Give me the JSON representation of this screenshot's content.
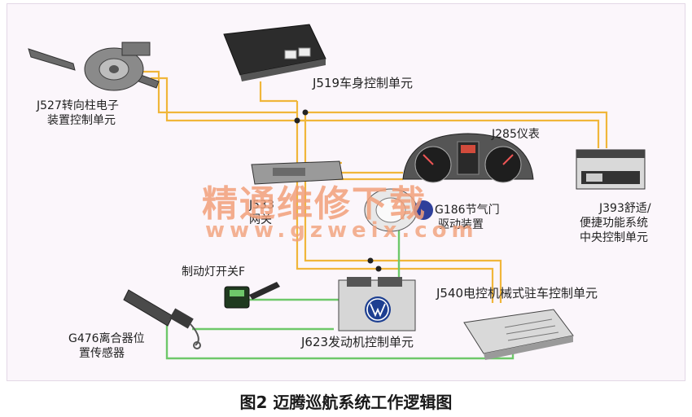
{
  "caption": "图2 迈腾巡航系统工作逻辑图",
  "watermark": {
    "text": "精通维修下载",
    "url": "www.gzweix.com"
  },
  "components": {
    "j527": {
      "line1": "J527转向柱电子",
      "line2": "装置控制单元"
    },
    "j519": {
      "label": "J519车身控制单元"
    },
    "j285": {
      "label": "J285仪表"
    },
    "j533": {
      "line1": "J533",
      "line2": "网关"
    },
    "g186": {
      "line1": "G186节气门",
      "line2": "驱动装置"
    },
    "j393": {
      "line1": "J393舒适/",
      "line2": "便捷功能系统",
      "line3": "中央控制单元"
    },
    "brake_switch": {
      "label": "制动灯开关F"
    },
    "g476": {
      "line1": "G476离合器位",
      "line2": "置传感器"
    },
    "j623": {
      "label": "J623发动机控制单元"
    },
    "j540": {
      "label": "J540电控机械式驻车控制单元"
    }
  },
  "colors": {
    "can_bus": "#f0b63a",
    "signal_wire": "#6ec86a",
    "frame": "#fbf6fb"
  }
}
